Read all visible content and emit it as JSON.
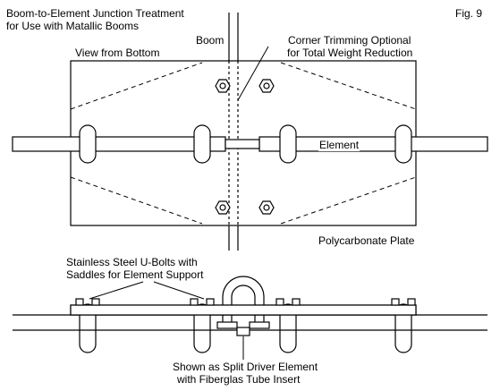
{
  "title": {
    "line1": "Boom-to-Element Junction Treatment",
    "line2": "for Use with Matallic Booms"
  },
  "figure_number": "Fig. 9",
  "labels": {
    "boom": "Boom",
    "view_from_bottom": "View from Bottom",
    "corner_trimming_line1": "Corner Trimming Optional",
    "corner_trimming_line2": "for Total Weight Reduction",
    "element": "Element",
    "polycarbonate_plate": "Polycarbonate Plate",
    "ubolts_line1": "Stainless Steel U-Bolts with",
    "ubolts_line2": "Saddles for Element Support",
    "split_driver_line1": "Shown as Split Driver Element",
    "split_driver_line2": "with Fiberglas Tube Insert"
  },
  "colors": {
    "line": "#000000",
    "background": "#ffffff"
  }
}
